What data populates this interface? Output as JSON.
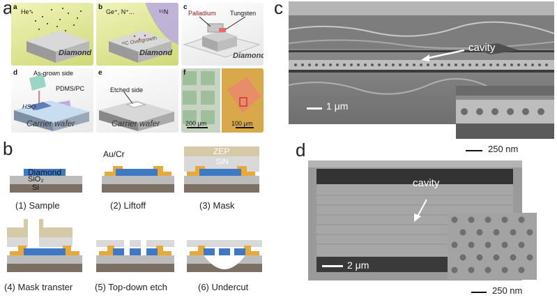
{
  "panel_a": {
    "letter": "a",
    "tiles": [
      {
        "letter": "a",
        "labels": [
          "He⁺"
        ],
        "block": "Diamond"
      },
      {
        "letter": "b",
        "labels": [
          "Ge⁺, N⁺...",
          "¹⁵N",
          "¹²C Overgrowth"
        ],
        "block": "Diamond"
      },
      {
        "letter": "c",
        "labels": [
          "Palladium",
          "Tungsten"
        ],
        "block": "Diamond"
      },
      {
        "letter": "d",
        "labels": [
          "As-grown side",
          "PDMS/PC",
          "HSQ"
        ],
        "block": "Carrier wafer"
      },
      {
        "letter": "e",
        "labels": [
          "Etched side"
        ],
        "block": "Carrier wafer"
      },
      {
        "letter": "f",
        "scale_left": "200 μm",
        "scale_right": "100 μm"
      }
    ]
  },
  "panel_b": {
    "letter": "b",
    "layer_labels": {
      "diamond": "Diamond",
      "sio2": "SiO₂",
      "si": "Si",
      "aucr": "Au/Cr",
      "zep": "ZEP",
      "sin": "SiN"
    },
    "steps": [
      "(1) Sample",
      "(2) Liftoff",
      "(3) Mask",
      "(4) Mask transter",
      "(5) Top-down etch",
      "(6) Undercut"
    ]
  },
  "panel_c": {
    "letter": "c",
    "annotation": "cavity",
    "scale_main": "1 μm",
    "scale_inset": "250 nm"
  },
  "panel_d": {
    "letter": "d",
    "annotation": "cavity",
    "scale_main": "2 μm",
    "scale_inset": "250 nm"
  },
  "colors": {
    "diamond": "#3f79c4",
    "sio2": "#bcbcbc",
    "si": "#7c6f63",
    "gold": "#e6a93a",
    "zep": "#d6c9a7",
    "sin": "#d9d9d9"
  }
}
